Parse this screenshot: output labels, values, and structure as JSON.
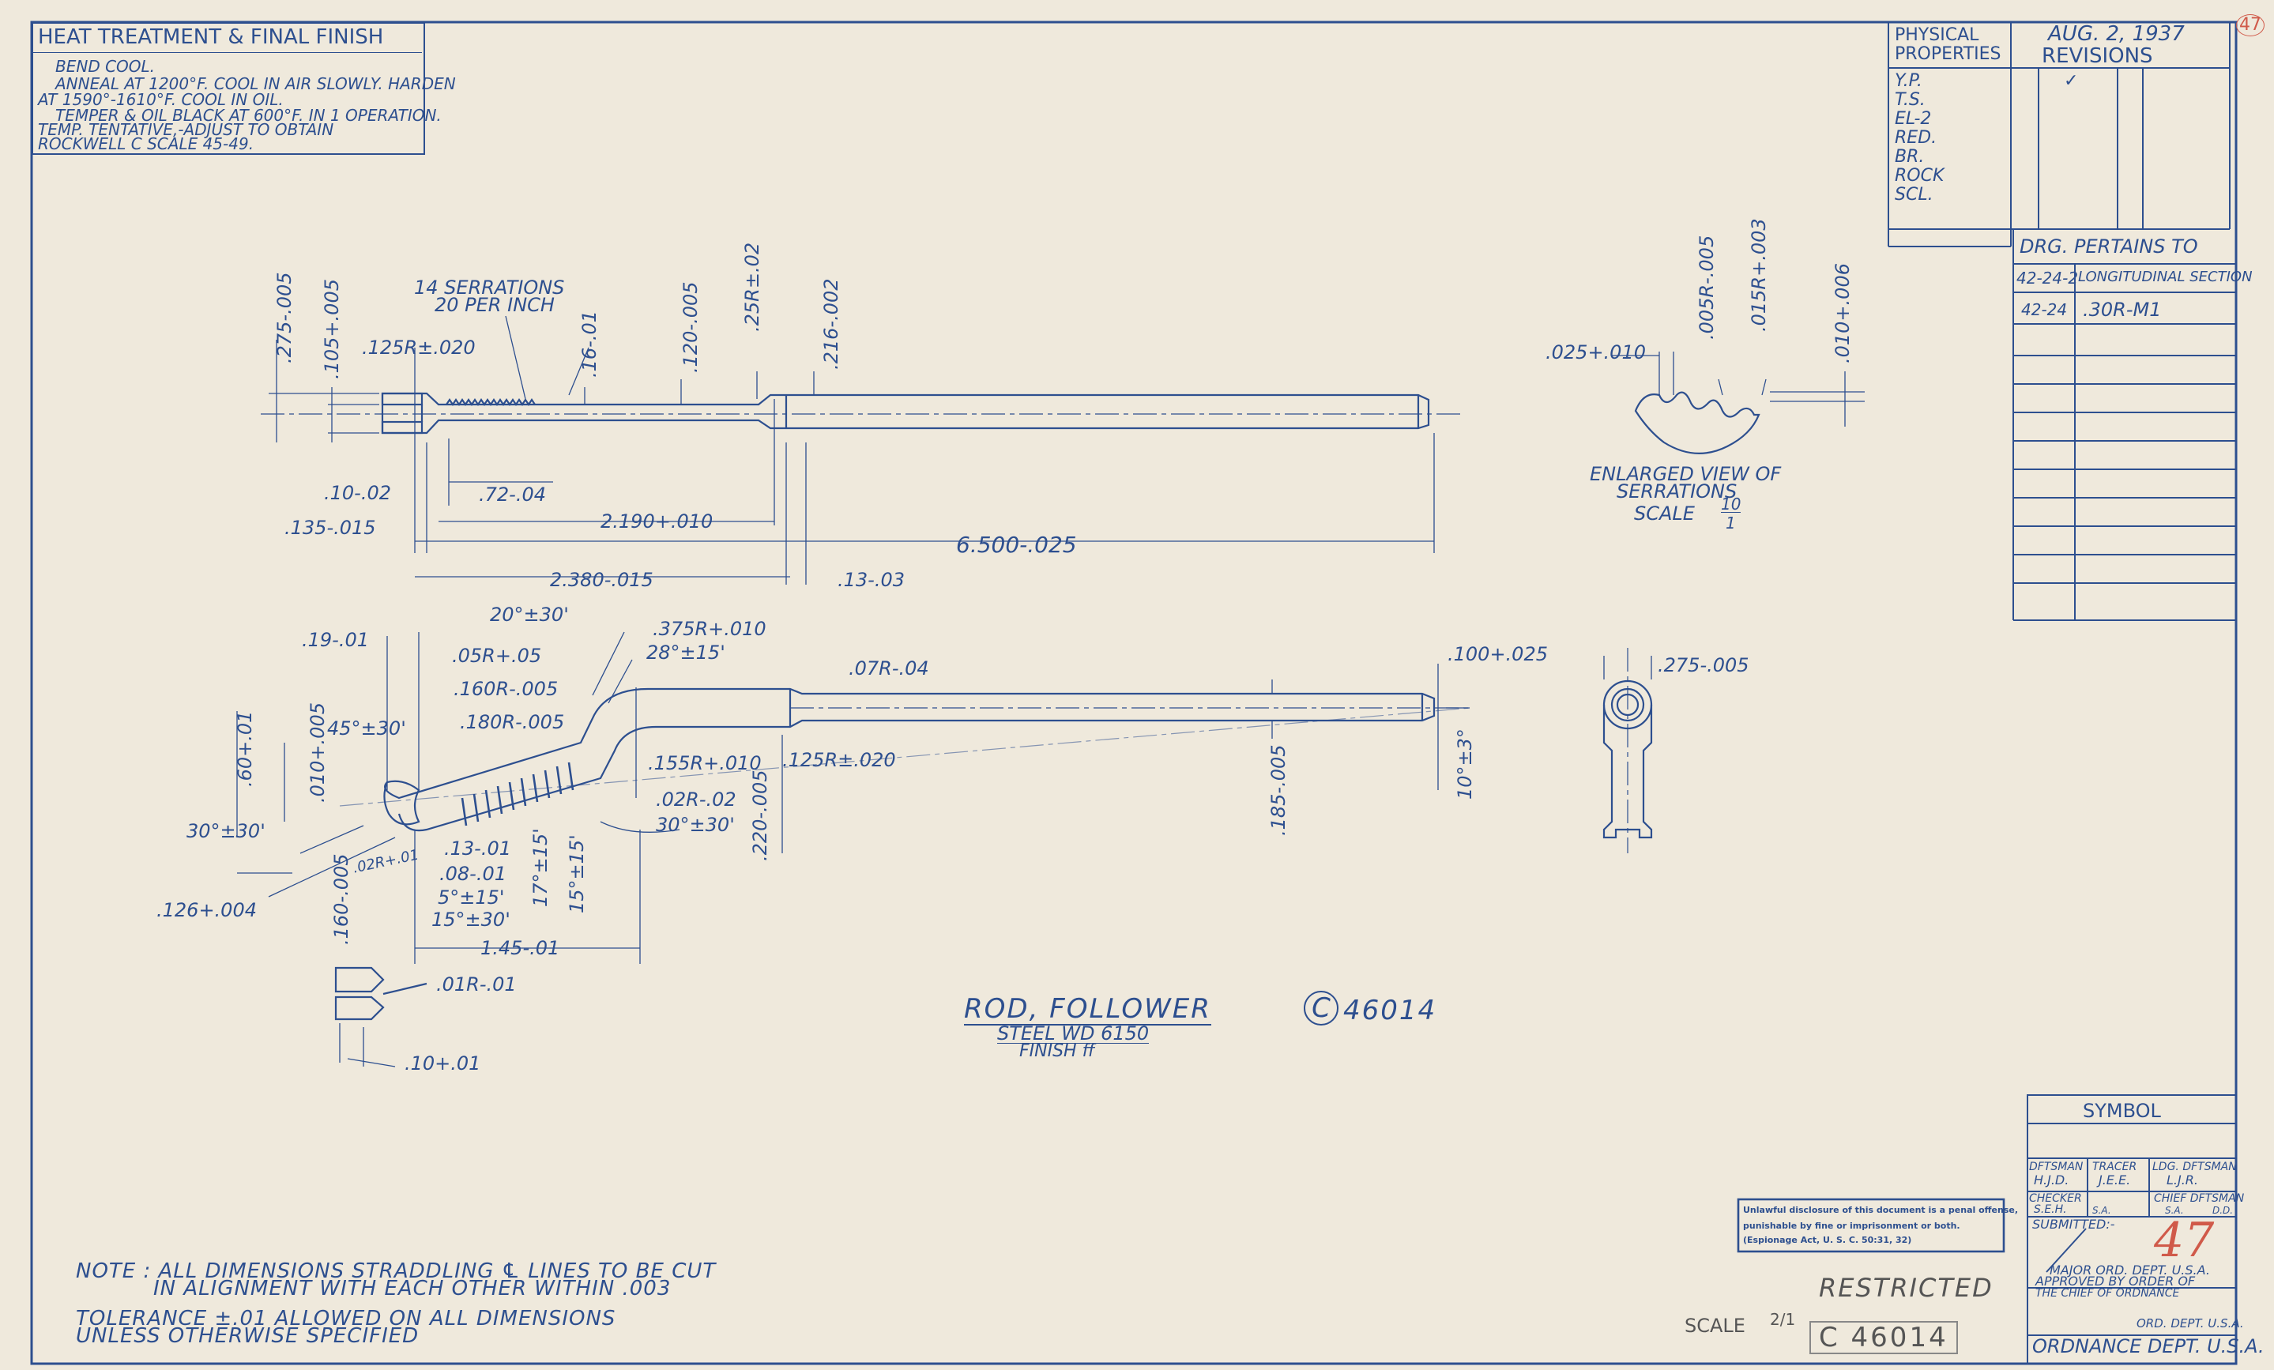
{
  "heat_treatment": {
    "title": "HEAT TREATMENT & FINAL FINISH",
    "lines": [
      "BEND COOL.",
      "ANNEAL AT 1200°F. COOL IN AIR SLOWLY. HARDEN",
      "AT 1590°-1610°F. COOL IN OIL.",
      "TEMPER & OIL BLACK AT 600°F. IN 1 OPERATION.",
      "TEMP. TENTATIVE,-ADJUST TO OBTAIN",
      "ROCKWELL C SCALE 45-49."
    ]
  },
  "physical_properties": {
    "header_line1": "PHYSICAL",
    "header_line2": "PROPERTIES",
    "rows": [
      "Y.P.",
      "T.S.",
      "EL-2",
      "RED.",
      "BR.",
      "ROCK",
      "SCL."
    ]
  },
  "revisions": {
    "date": "AUG. 2, 1937",
    "title": "REVISIONS",
    "mark": "✓"
  },
  "pertains": {
    "title": "DRG. PERTAINS TO",
    "rows": [
      {
        "num": "42-24-2",
        "desc": "LONGITUDINAL SECTION"
      },
      {
        "num": "42-24",
        "desc": ".30R-M1"
      }
    ]
  },
  "sheet_number": "47",
  "top_view": {
    "serrations_label_1": "14 SERRATIONS",
    "serrations_label_2": "20 PER INCH",
    "dims": {
      "d275": ".275-.005",
      "d105": ".105+.005",
      "r125": ".125R±.020",
      "d16": ".16-.01",
      "d120": ".120-.005",
      "r25": ".25R±.02",
      "d216": ".216-.002",
      "d10": ".10-.02",
      "d72": ".72-.04",
      "d2190": "2.190+.010",
      "d135": ".135-.015",
      "d6500": "6.500-.025",
      "d2380": "2.380-.015",
      "d13": ".13-.03"
    }
  },
  "serrations_view": {
    "d025": ".025+.010",
    "r005": ".005R-.005",
    "r015": ".015R+.003",
    "d010": ".010+.006",
    "caption_1": "ENLARGED VIEW OF",
    "caption_2": "SERRATIONS",
    "scale_label": "SCALE",
    "scale_num": "10",
    "scale_den": "1"
  },
  "side_view": {
    "dims": {
      "d19": ".19-.01",
      "a20": "20°±30'",
      "r375": ".375R+.010",
      "r05": ".05R+.05",
      "a28": "28°±15'",
      "r160": ".160R-.005",
      "r07": ".07R-.04",
      "d100": ".100+.025",
      "a45": "45°±30'",
      "r180": ".180R-.005",
      "d60": ".60+.01",
      "d010b": ".010+.005",
      "r155": ".155R+.010",
      "r02": ".02R-.02",
      "r125b": ".125R±.020",
      "d220": ".220-.005",
      "d185": ".185-.005",
      "a10": "10°±3°",
      "a30a": "30°±30'",
      "a30b": "30°±30'",
      "r02b": ".02R+.01",
      "d13b": ".13-.01",
      "d08": ".08-.01",
      "a5": "5°±15'",
      "a15": "15°±30'",
      "a17": "17°±15'",
      "a15b": "15°±15'",
      "d160": ".160-.005",
      "d145": "1.45-.01",
      "d126": ".126+.004",
      "r01": ".01R-.01",
      "d10b": ".10+.01"
    }
  },
  "end_view": {
    "d275": ".275-.005"
  },
  "title_block": {
    "part_name": "ROD, FOLLOWER",
    "material": "STEEL WD 6150",
    "finish": "FINISH ff",
    "drawing_number": "C 46014",
    "drawing_prefix": "C",
    "drawing_num_only": "46014"
  },
  "notes": {
    "line1": "NOTE : ALL DIMENSIONS STRADDLING ℄ LINES TO BE CUT",
    "line2": "IN ALIGNMENT WITH EACH OTHER WITHIN .003",
    "line3": "TOLERANCE ±.01 ALLOWED ON ALL DIMENSIONS",
    "line4": "UNLESS OTHERWISE SPECIFIED"
  },
  "stamp": {
    "line1": "Unlawful disclosure of this document is a penal offense,",
    "line2": "punishable by fine or imprisonment or both.",
    "line3": "(Espionage Act, U. S. C. 50:31, 32)"
  },
  "restricted": "RESTRICTED",
  "scale": {
    "label": "SCALE",
    "value": "2/1"
  },
  "bottom_number": "C 46014",
  "signature_block": {
    "symbol": "SYMBOL",
    "dftsman": "DFTSMAN",
    "dftsman_val": "H.J.D.",
    "tracer": "TRACER",
    "tracer_val": "J.E.E.",
    "ldg_dftsman": "LDG. DFTSMAN",
    "ldg_val": "L.J.R.",
    "checker": "CHECKER",
    "checker_val": "S.E.H.",
    "sa": "S.A.",
    "chief": "CHIEF DFTSMAN",
    "chief_val": "S.A.",
    "dd": "D.D.",
    "submitted": "SUBMITTED:-",
    "major": "MAJOR ORD. DEPT. U.S.A.",
    "approved_1": "APPROVED BY ORDER OF",
    "approved_2": "THE CHIEF OF ORDNANCE",
    "ord_dept": "ORD. DEPT. U.S.A.",
    "ordnance_dept": "ORDNANCE DEPT. U.S.A.",
    "red_number": "47"
  }
}
